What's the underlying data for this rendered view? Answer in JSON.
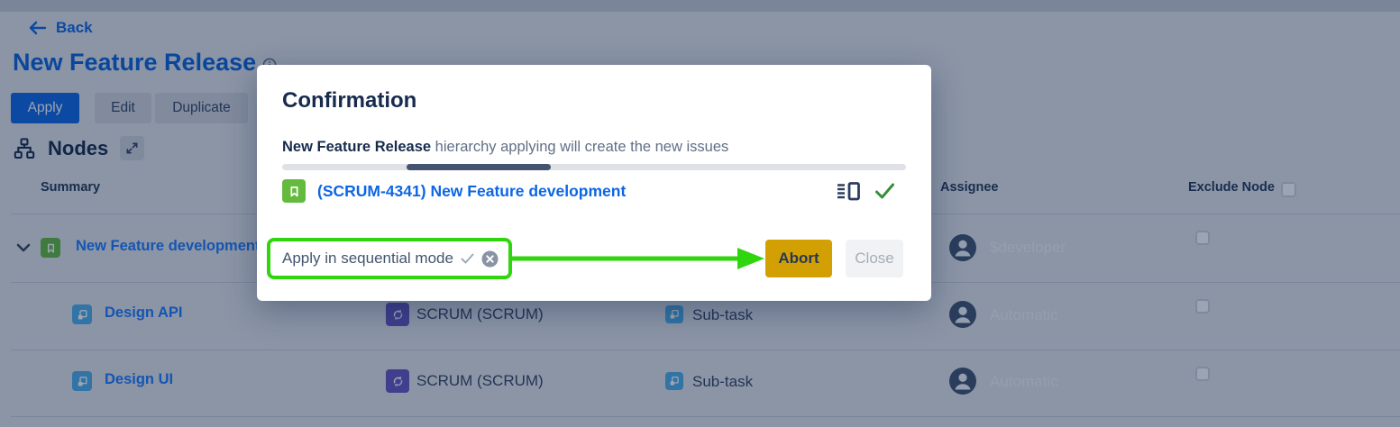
{
  "page": {
    "back_label": "Back",
    "title": "New Feature Release",
    "toolbar": {
      "apply_label": "Apply",
      "edit_label": "Edit",
      "duplicate_label": "Duplicate"
    },
    "nodes_section_title": "Nodes"
  },
  "table": {
    "headers": {
      "summary": "Summary",
      "assignee": "Assignee",
      "exclude_node": "Exclude Node"
    },
    "rows": [
      {
        "summary": "New Feature development",
        "project": "",
        "issue_type": "",
        "assignee": "$developer",
        "icon": "story",
        "expanded": true,
        "exclude_checked": false
      },
      {
        "summary": "Design API",
        "project": "SCRUM (SCRUM)",
        "issue_type": "Sub-task",
        "assignee": "Automatic",
        "icon": "subtask",
        "exclude_checked": false
      },
      {
        "summary": "Design UI",
        "project": "SCRUM (SCRUM)",
        "issue_type": "Sub-task",
        "assignee": "Automatic",
        "icon": "subtask",
        "exclude_checked": false
      }
    ]
  },
  "modal": {
    "title": "Confirmation",
    "message_bold": "New Feature Release",
    "message_rest": " hierarchy applying will create the new issues",
    "progress": {
      "left_pct": 20,
      "width_pct": 23
    },
    "issue_link": "(SCRUM-4341) New Feature development",
    "sequential_label": "Apply in sequential mode",
    "abort_label": "Abort",
    "close_label": "Close"
  },
  "colors": {
    "annotation_green": "#30D60D",
    "abort_yellow": "#D3A004",
    "link_blue": "#0C66E4",
    "story_green": "#63BA3C",
    "subtask_blue": "#4BADE8",
    "project_purple": "#6554C0",
    "progress_navy": "#44546F",
    "overlay": "rgba(9,30,66,0.40)"
  }
}
